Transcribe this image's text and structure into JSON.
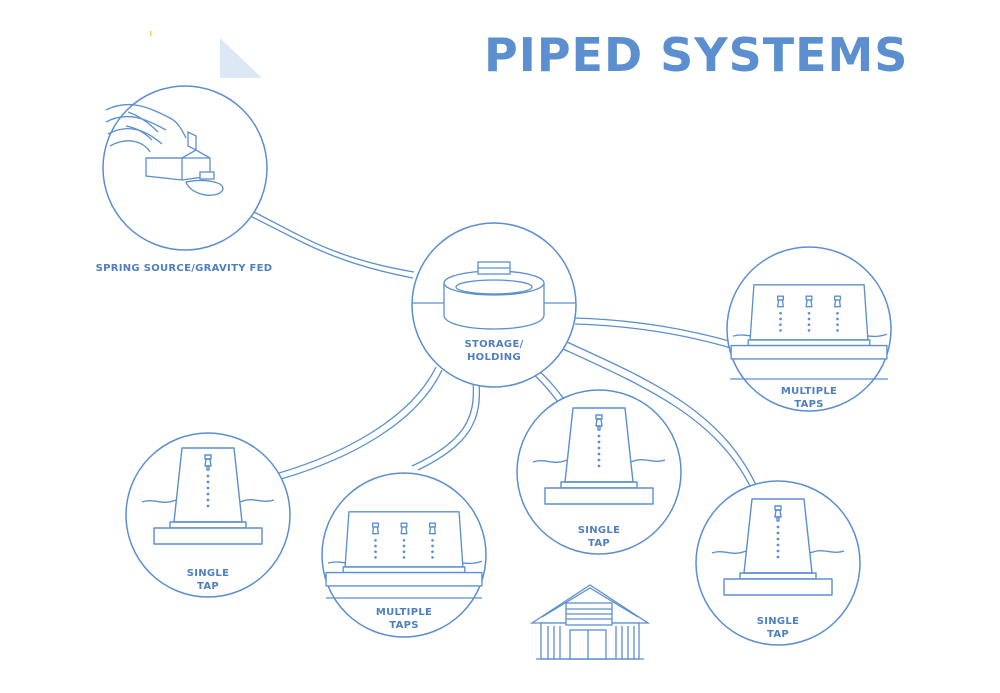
{
  "title": "PIPED SYSTEMS",
  "colors": {
    "line": "#5B8FCF",
    "text": "#4F7FC0",
    "accent_fill": "#DCE8F5",
    "bg": "#FFFFFF"
  },
  "nodes": {
    "spring": {
      "label": "SPRING SOURCE/GRAVITY FED"
    },
    "storage": {
      "label_line1": "STORAGE/",
      "label_line2": "HOLDING"
    },
    "multi_right": {
      "label_line1": "MULTIPLE",
      "label_line2": "TAPS"
    },
    "single_left": {
      "label_line1": "SINGLE",
      "label_line2": "TAP"
    },
    "multi_bottom": {
      "label_line1": "MULTIPLE",
      "label_line2": "TAPS"
    },
    "single_center": {
      "label_line1": "SINGLE",
      "label_line2": "TAP"
    },
    "single_right": {
      "label_line1": "SINGLE",
      "label_line2": "TAP"
    }
  },
  "icons": [
    "spring-box-icon",
    "storage-tank-icon",
    "tap-stand-icon",
    "house-icon"
  ]
}
